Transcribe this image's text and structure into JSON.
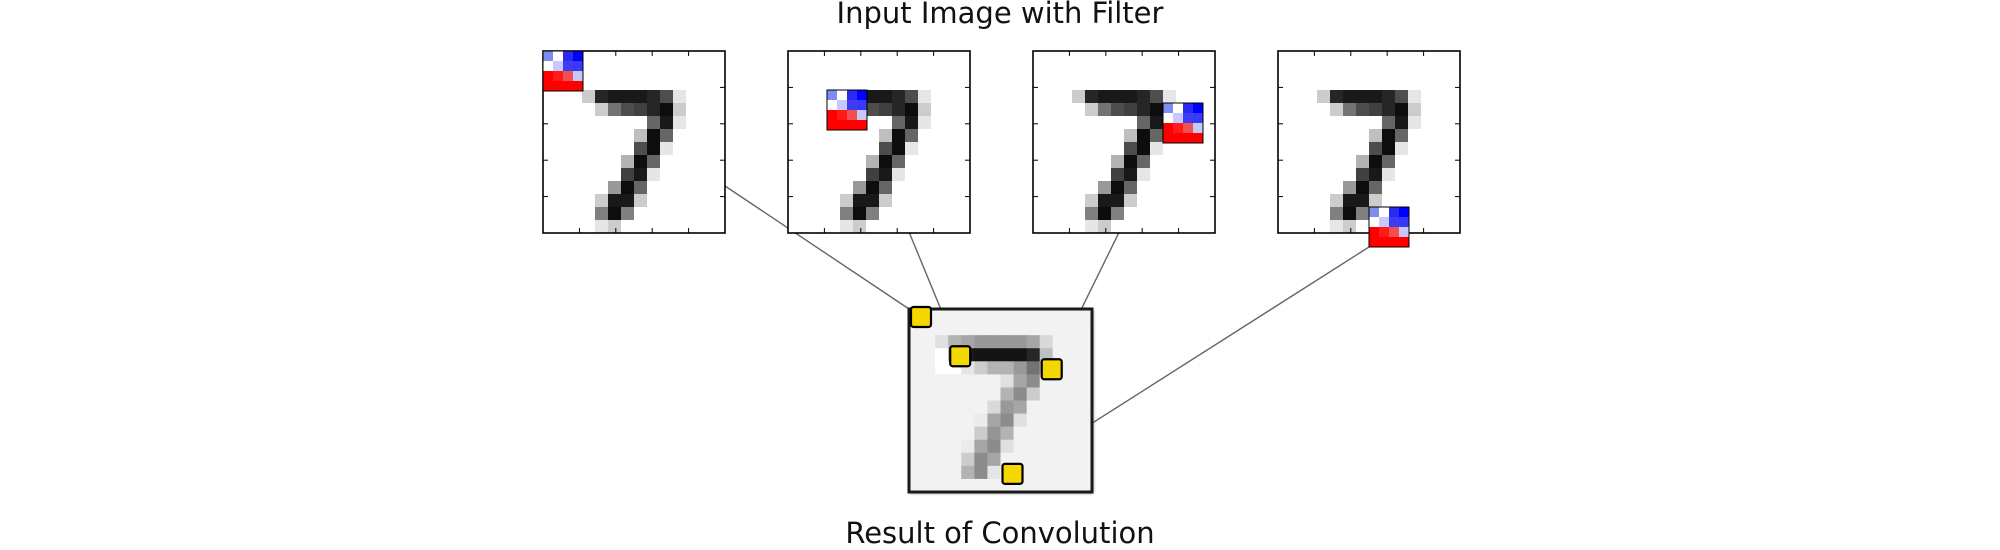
{
  "titles": {
    "top": "Input Image with Filter",
    "bottom": "Result of Convolution"
  },
  "input_image": [
    [
      0,
      0,
      0,
      0,
      0,
      0,
      0,
      0,
      0,
      0,
      0,
      0,
      0,
      0
    ],
    [
      0,
      0,
      0,
      0,
      0,
      0,
      0,
      0,
      0,
      0,
      0,
      0,
      0,
      0
    ],
    [
      0,
      0,
      0,
      0,
      0,
      0,
      0,
      0,
      0,
      0,
      0,
      0,
      0,
      0
    ],
    [
      0,
      0,
      0,
      0.2,
      0.85,
      0.9,
      0.9,
      0.9,
      0.85,
      0.7,
      0.1,
      0,
      0,
      0
    ],
    [
      0,
      0,
      0,
      0,
      0.2,
      0.55,
      0.7,
      0.75,
      0.85,
      0.95,
      0.2,
      0,
      0,
      0
    ],
    [
      0,
      0,
      0,
      0,
      0,
      0,
      0,
      0,
      0.6,
      0.9,
      0.1,
      0,
      0,
      0
    ],
    [
      0,
      0,
      0,
      0,
      0,
      0,
      0,
      0.25,
      0.95,
      0.6,
      0,
      0,
      0,
      0
    ],
    [
      0,
      0,
      0,
      0,
      0,
      0,
      0,
      0.7,
      0.95,
      0.1,
      0,
      0,
      0,
      0
    ],
    [
      0,
      0,
      0,
      0,
      0,
      0,
      0.3,
      0.95,
      0.6,
      0,
      0,
      0,
      0,
      0
    ],
    [
      0,
      0,
      0,
      0,
      0,
      0,
      0.75,
      0.9,
      0.1,
      0,
      0,
      0,
      0,
      0
    ],
    [
      0,
      0,
      0,
      0,
      0,
      0.4,
      0.95,
      0.6,
      0,
      0,
      0,
      0,
      0,
      0
    ],
    [
      0,
      0,
      0,
      0,
      0.2,
      0.9,
      0.9,
      0.2,
      0,
      0,
      0,
      0,
      0,
      0
    ],
    [
      0,
      0,
      0,
      0,
      0.5,
      0.95,
      0.5,
      0,
      0,
      0,
      0,
      0,
      0,
      0
    ],
    [
      0,
      0,
      0,
      0,
      0.1,
      0.2,
      0,
      0,
      0,
      0,
      0,
      0,
      0,
      0
    ]
  ],
  "result_image": [
    [
      0.05,
      0.05,
      0.05,
      0.05,
      0.05,
      0.05,
      0.05,
      0.05,
      0.05,
      0.05,
      0.05,
      0.05,
      0.05,
      0.05
    ],
    [
      0.05,
      0.05,
      0.05,
      0.05,
      0.05,
      0.05,
      0.05,
      0.05,
      0.05,
      0.05,
      0.05,
      0.05,
      0.05,
      0.05
    ],
    [
      0.05,
      0.05,
      0.12,
      0.3,
      0.35,
      0.4,
      0.4,
      0.4,
      0.4,
      0.35,
      0.15,
      0.05,
      0.05,
      0.05
    ],
    [
      0.05,
      0.05,
      0,
      0.35,
      0.9,
      0.92,
      0.92,
      0.92,
      0.92,
      0.85,
      0.25,
      0.05,
      0.05,
      0.05
    ],
    [
      0.05,
      0.05,
      0,
      0,
      0.1,
      0.2,
      0.3,
      0.3,
      0.4,
      0.55,
      0.25,
      0.05,
      0.05,
      0.05
    ],
    [
      0.05,
      0.05,
      0.05,
      0.05,
      0.05,
      0.05,
      0.05,
      0.12,
      0.35,
      0.45,
      0.05,
      0.05,
      0.05,
      0.05
    ],
    [
      0.05,
      0.05,
      0.05,
      0.05,
      0.05,
      0.05,
      0.05,
      0.3,
      0.45,
      0.2,
      0.05,
      0.05,
      0.05,
      0.05
    ],
    [
      0.05,
      0.05,
      0.05,
      0.05,
      0.05,
      0.05,
      0.15,
      0.4,
      0.35,
      0.05,
      0.05,
      0.05,
      0.05,
      0.05
    ],
    [
      0.05,
      0.05,
      0.05,
      0.05,
      0.05,
      0.08,
      0.35,
      0.45,
      0.12,
      0.05,
      0.05,
      0.05,
      0.05,
      0.05
    ],
    [
      0.05,
      0.05,
      0.05,
      0.05,
      0.05,
      0.2,
      0.42,
      0.3,
      0.05,
      0.05,
      0.05,
      0.05,
      0.05,
      0.05
    ],
    [
      0.05,
      0.05,
      0.05,
      0.05,
      0.08,
      0.35,
      0.45,
      0.12,
      0.05,
      0.05,
      0.05,
      0.05,
      0.05,
      0.05
    ],
    [
      0.05,
      0.05,
      0.05,
      0.05,
      0.2,
      0.45,
      0.35,
      0.05,
      0.05,
      0.05,
      0.05,
      0.05,
      0.05,
      0.05
    ],
    [
      0.05,
      0.05,
      0.05,
      0.05,
      0.3,
      0.45,
      0.1,
      0.05,
      0.05,
      0.05,
      0.05,
      0.05,
      0.05,
      0.05
    ],
    [
      0.05,
      0.05,
      0.05,
      0.05,
      0.05,
      0.05,
      0.05,
      0.05,
      0.05,
      0.05,
      0.05,
      0.05,
      0.05,
      0.05
    ]
  ],
  "filter_kernel": [
    [
      "#7c8cf0",
      "#ffffff",
      "#2a2af0",
      "#0000ff"
    ],
    [
      "#ffffff",
      "#c8c8ff",
      "#3c3cf0",
      "#3838f8"
    ],
    [
      "#ff0000",
      "#ff1a1a",
      "#f05050",
      "#c8c8f8"
    ],
    [
      "#ff0000",
      "#ff0000",
      "#ff0000",
      "#ff0000"
    ]
  ],
  "filter_positions": [
    {
      "row": 0,
      "col": 0
    },
    {
      "row": 3,
      "col": 3
    },
    {
      "row": 4,
      "col": 10
    },
    {
      "row": 12,
      "col": 7
    }
  ],
  "colors": {
    "marker_fill": "#f5d800",
    "frame": "#000000",
    "connector": "#666666"
  }
}
